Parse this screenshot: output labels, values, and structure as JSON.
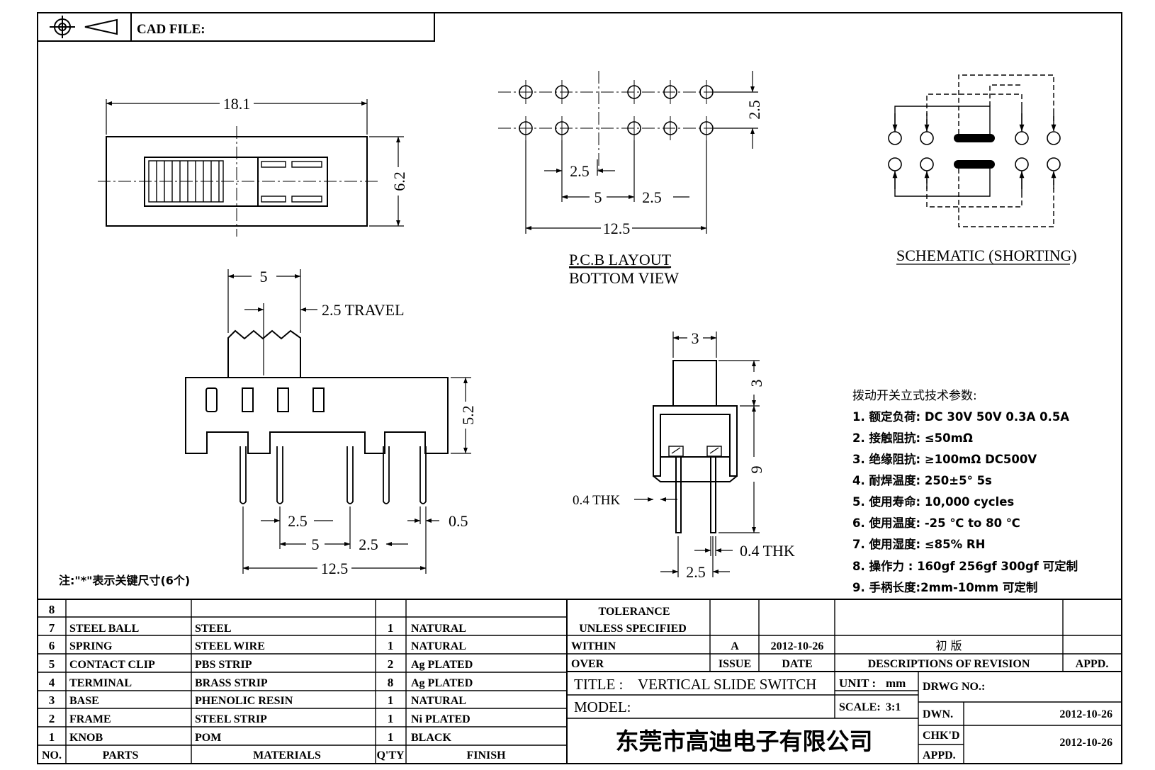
{
  "header": {
    "cad_file_label": "CAD FILE:"
  },
  "top_view": {
    "length": "18.1",
    "width": "6.2"
  },
  "pcb": {
    "pitch_a": "2.5",
    "pitch_b": "2.5",
    "gap": "5",
    "pitch_c": "2.5",
    "total": "12.5",
    "title": "P.C.B LAYOUT",
    "subtitle": "BOTTOM VIEW"
  },
  "schematic": {
    "title": "SCHEMATIC (SHORTING)"
  },
  "side_view": {
    "knob_width": "5",
    "travel": "2.5 TRAVEL",
    "height": "5.2",
    "pin_pitch_a": "2.5",
    "pin_thk": "0.5",
    "pin_gap": "5",
    "pin_pitch_b": "2.5",
    "total": "12.5"
  },
  "end_view": {
    "knob_width": "3",
    "knob_height": "3",
    "body_height": "9",
    "plate_thk": "0.4  THK",
    "pin_thk": "0.4  THK",
    "pin_pitch": "2.5"
  },
  "note": "注:\"*\"表示关键尺寸(6个)",
  "specs": {
    "title": "拨动开关立式技术参数:",
    "items": [
      "1.  额定负荷: DC 30V    50V    0.3A    0.5A",
      "2.  接触阻抗:  ≤50mΩ",
      "3.  绝缘阻抗:  ≥100mΩ   DC500V",
      "4.  耐焊温度: 250±5°  5s",
      "5.  使用寿命: 10,000 cycles",
      "6.  使用温度: -25  ℃  to 80  ℃",
      "7.  使用湿度:  ≤85% RH",
      "8.  操作力 : 160gf    256gf    300gf  可定制",
      "9.  手柄长度:2mm-10mm   可定制"
    ]
  },
  "bom": {
    "rows": [
      {
        "no": "8",
        "part": "",
        "material": "",
        "qty": "",
        "finish": ""
      },
      {
        "no": "7",
        "part": "STEEL BALL",
        "material": "STEEL",
        "qty": "1",
        "finish": "NATURAL"
      },
      {
        "no": "6",
        "part": "SPRING",
        "material": "STEEL WIRE",
        "qty": "1",
        "finish": "NATURAL"
      },
      {
        "no": "5",
        "part": "CONTACT CLIP",
        "material": "PBS STRIP",
        "qty": "2",
        "finish": "Ag PLATED"
      },
      {
        "no": "4",
        "part": "TERMINAL",
        "material": "BRASS STRIP",
        "qty": "8",
        "finish": "Ag PLATED"
      },
      {
        "no": "3",
        "part": "BASE",
        "material": "PHENOLIC RESIN",
        "qty": "1",
        "finish": "NATURAL"
      },
      {
        "no": "2",
        "part": "FRAME",
        "material": "STEEL STRIP",
        "qty": "1",
        "finish": "Ni PLATED"
      },
      {
        "no": "1",
        "part": "KNOB",
        "material": "POM",
        "qty": "1",
        "finish": "BLACK"
      }
    ],
    "headers": {
      "no": "NO.",
      "parts": "PARTS",
      "materials": "MATERIALS",
      "qty": "Q'TY",
      "finish": "FINISH"
    }
  },
  "title_block": {
    "tolerance": "TOLERANCE",
    "unless": "UNLESS   SPECIFIED",
    "within": "WITHIN",
    "over": "OVER",
    "issue_value": "A",
    "date_value": "2012-10-26",
    "revision_value": "初   版",
    "issue_label": "ISSUE",
    "date_label": "DATE",
    "desc_label": "DESCRIPTIONS  OF  REVISION",
    "appd_label": "APPD.",
    "title_label": "TITLE :",
    "title_value": "VERTICAL  SLIDE  SWITCH",
    "unit_label": "UNIT :",
    "unit_value": "mm",
    "drwg_label": "DRWG NO.:",
    "model_label": "MODEL:",
    "scale_label": "SCALE:",
    "scale_value": "3:1",
    "dwn_label": "DWN.",
    "dwn_date": "2012-10-26",
    "chkd_label": "CHK'D",
    "chkd_date": "2012-10-26",
    "appd_label2": "APPD.",
    "company": "东莞市高迪电子有限公司"
  }
}
